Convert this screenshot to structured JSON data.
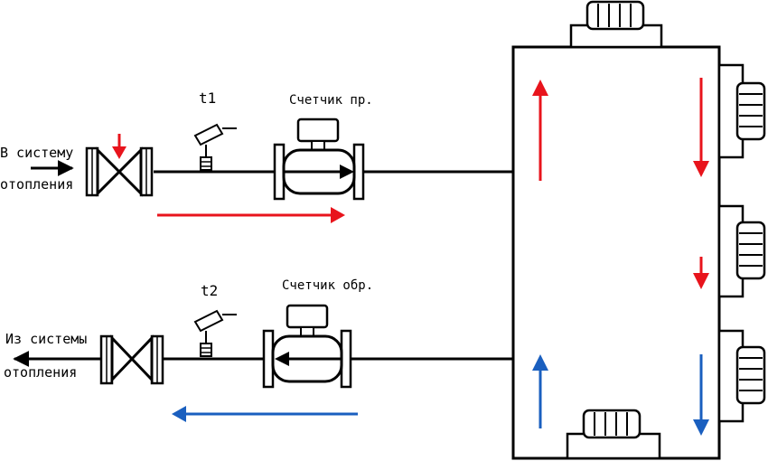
{
  "labels": {
    "inlet_line1": "В системy",
    "inlet_line2": "отопления",
    "outlet_line1": "Из системы",
    "outlet_line2": "отопления",
    "t1": "t1",
    "t2": "t2",
    "meter_supply": "Счетчик пр.",
    "meter_return": "Счетчик обр."
  },
  "colors": {
    "line": "#000000",
    "supply": "#e8141c",
    "return": "#1a5fbf",
    "fill": "#ffffff"
  },
  "icons": {
    "valve": "gate-valve-icon",
    "thermometer": "thermometer-sensor-icon",
    "meter": "flow-meter-icon",
    "radiator": "radiator-icon"
  }
}
